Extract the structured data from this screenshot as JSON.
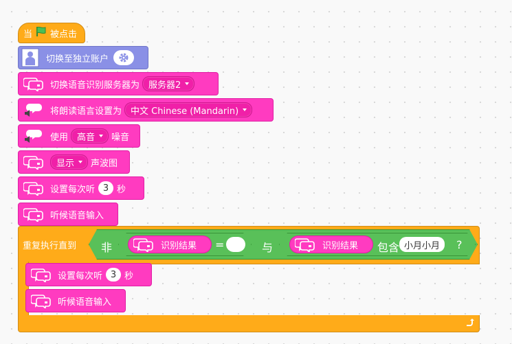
{
  "hat": {
    "prefix": "当",
    "suffix": "被点击",
    "flag_color": "#4cbf56"
  },
  "account_block": {
    "label": "切换至独立账户",
    "gear_icon": "gear-icon"
  },
  "server_block": {
    "label": "切换语音识别服务器为",
    "server_value": "服务器2"
  },
  "tts_lang_block": {
    "label": "将朗读语言设置为",
    "language_value": "中文 Chinese (Mandarin)"
  },
  "noise_block": {
    "prefix": "使用",
    "value": "高音",
    "suffix": "噪音"
  },
  "wave_block": {
    "value": "显示",
    "suffix": "声波图"
  },
  "listen_time_block": {
    "prefix": "设置每次听",
    "value": "3",
    "suffix": "秒"
  },
  "listen_block": {
    "label": "听候语音输入"
  },
  "repeat_block": {
    "label": "重复执行直到",
    "not_label": "非",
    "equals": "=",
    "equals_value": "",
    "and_label": "与",
    "result_label_1": "识别结果",
    "result_label_2": "识别结果",
    "contains_label": "包含",
    "contains_value": "小月小月",
    "question": "?",
    "inner": {
      "listen_time": {
        "prefix": "设置每次听",
        "value": "3",
        "suffix": "秒"
      },
      "listen": {
        "label": "听候语音输入"
      }
    },
    "loop_arrow": "loop-arrow-icon"
  },
  "colors": {
    "pink": "#ff3bc0",
    "orange": "#ffab19",
    "green": "#59c059",
    "purple": "#8a90e6"
  }
}
